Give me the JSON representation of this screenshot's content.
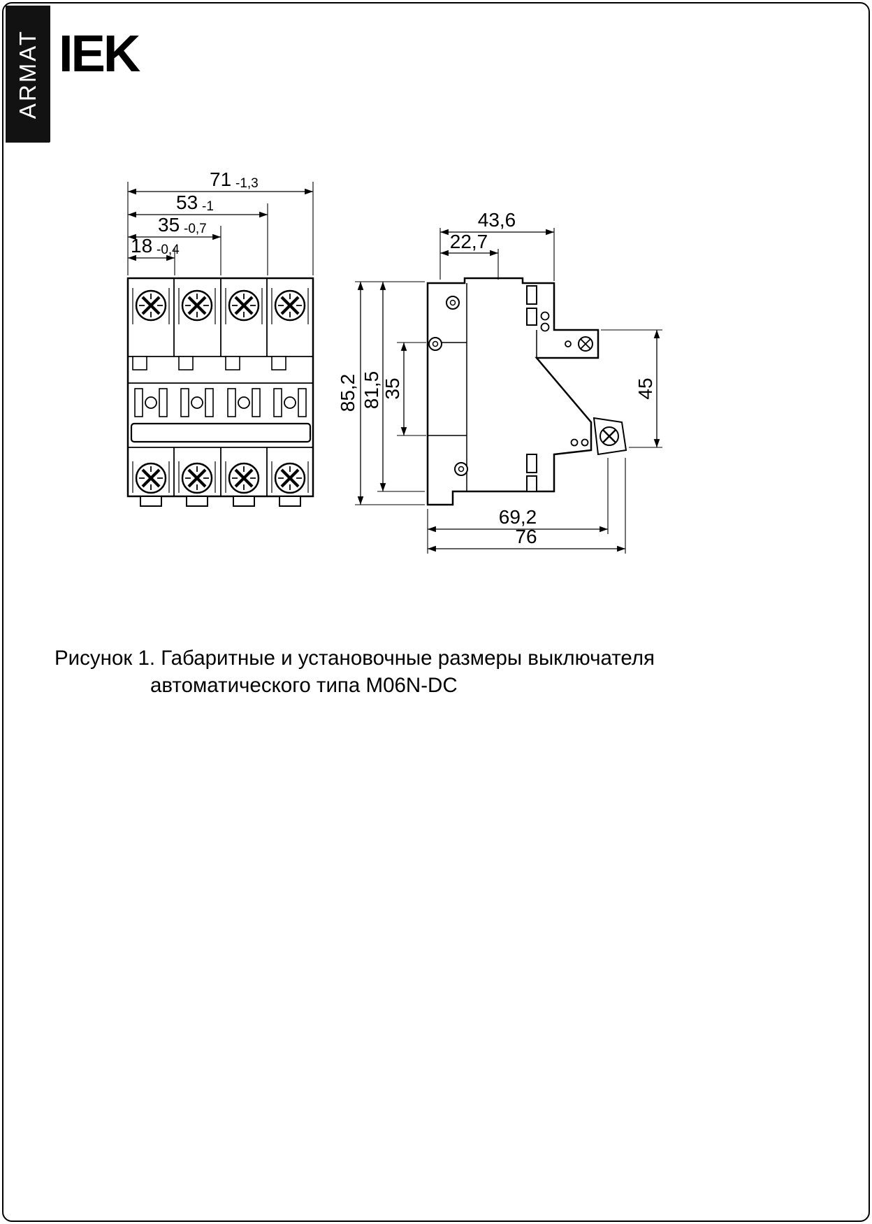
{
  "header": {
    "brand_vertical": "ARMAT",
    "logo": "IEK"
  },
  "figure": {
    "caption_line1": "Рисунок 1. Габаритные и установочные размеры выключателя",
    "caption_line2": "автоматического типа M06N-DC"
  },
  "front_view": {
    "dimensions": {
      "width_total": {
        "value": "71",
        "tolerance": "-1,3"
      },
      "width_three_modules": {
        "value": "53",
        "tolerance": "-1"
      },
      "width_two_modules": {
        "value": "35",
        "tolerance": "-0,7"
      },
      "width_one_module": {
        "value": "18",
        "tolerance": "-0,4"
      }
    }
  },
  "side_view": {
    "dimensions": {
      "depth_upper_total": "43,6",
      "depth_upper_front": "22,7",
      "height_total": "85,2",
      "height_body": "81,5",
      "din_rail_window": "35",
      "clip_zone_height": "45",
      "depth_lower_inner": "69,2",
      "depth_lower_total": "76"
    }
  }
}
